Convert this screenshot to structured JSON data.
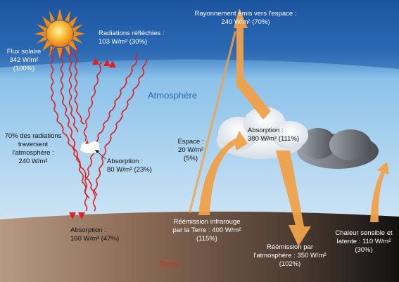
{
  "labels": {
    "flux_solaire": "Flux solaire\n342 W/m²\n(100%)",
    "radiations_reflechies": "Radiations réfléchies :\n103 W/m² (30%)",
    "rayonnement_emis": "Rayonnement émis vers l'espace :\n240 W/m² (70%)",
    "atmosphere": "Atmosphère",
    "radiations_traversent": "70% des radiations\ntraversent\nl'atmosphère :\n240 W/m²",
    "absorption_nuage": "Absorption :\n80 W/m² (23%)",
    "espace": "Espace :\n20 W/m²\n(5%)",
    "absorption_atmosphere": "Absorption :\n380 W/m² (111%)",
    "absorption_terre": "Absorption :\n160 W/m² (47%)",
    "reemission_infrarouge": "Réémission infrarouge\npar la Terre : 400 W/m²\n(115%)",
    "reemission_atmosphere": "Réémission par\nl'atmosphère : 350 W/m²\n(102%)",
    "chaleur_sensible": "Chaleur sensible et\nlatente : 110 W/m²\n(30%)",
    "terre": "Terre"
  },
  "colors": {
    "space": "#1f5aa6",
    "atmosphere": "#8fc3e8",
    "ground": "#7a5a44",
    "sun": "#f3a21b",
    "wave": "#e02020",
    "arrow": "#f0a24a",
    "title_blue": "#2a6eb5",
    "title_red": "#c0391e"
  }
}
